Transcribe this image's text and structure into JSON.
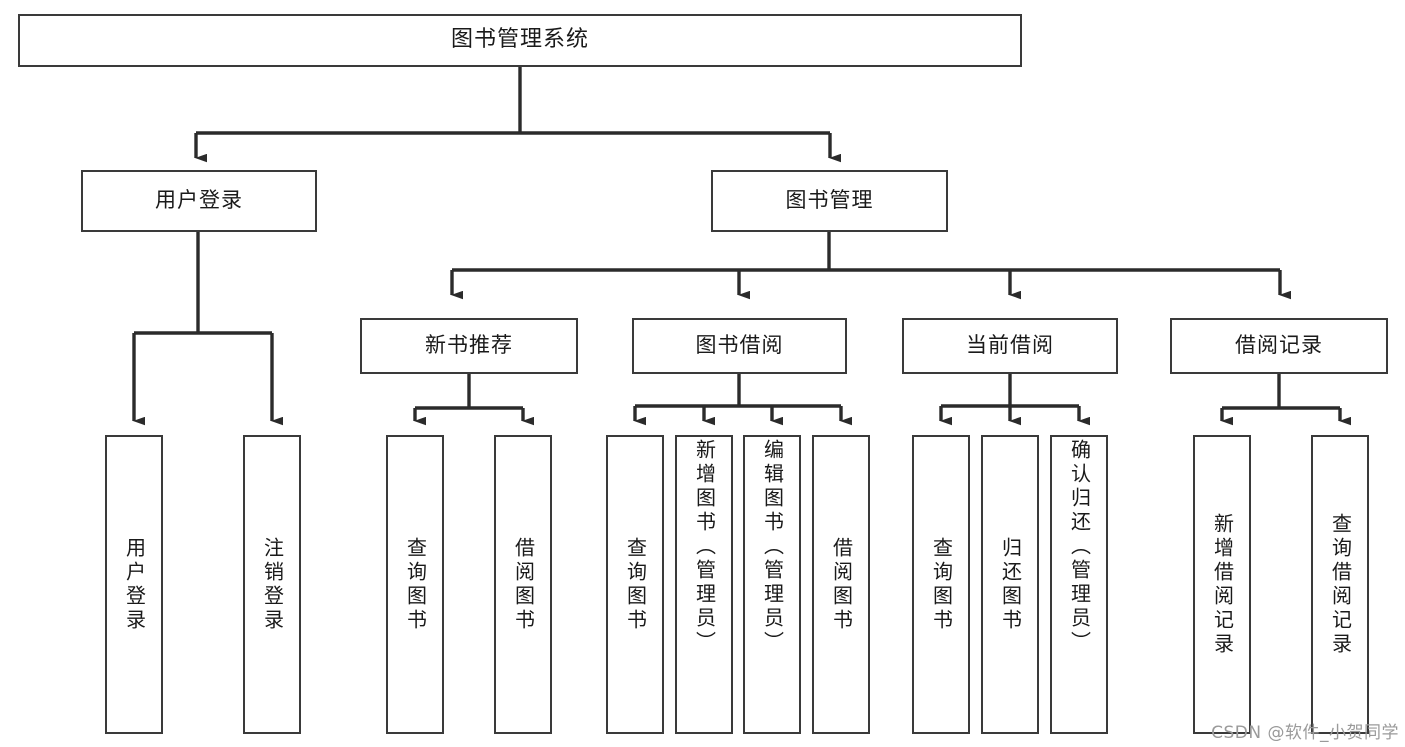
{
  "diagram": {
    "title": "图书管理系统",
    "type": "tree",
    "root": {
      "id": "root",
      "label": "图书管理系统"
    },
    "level2": [
      {
        "id": "user-login",
        "label": "用户登录"
      },
      {
        "id": "book-manage",
        "label": "图书管理"
      }
    ],
    "level3": [
      {
        "id": "new-book-rec",
        "label": "新书推荐",
        "parent": "book-manage"
      },
      {
        "id": "book-borrow",
        "label": "图书借阅",
        "parent": "book-manage"
      },
      {
        "id": "current-borrow",
        "label": "当前借阅",
        "parent": "book-manage"
      },
      {
        "id": "borrow-record",
        "label": "借阅记录",
        "parent": "book-manage"
      }
    ],
    "leaves": {
      "user-login": [
        {
          "id": "leaf-user-login",
          "label": "用户登录"
        },
        {
          "id": "leaf-user-logout",
          "label": "注销登录"
        }
      ],
      "new-book-rec": [
        {
          "id": "leaf-query-book-1",
          "label": "查询图书"
        },
        {
          "id": "leaf-borrow-book-1",
          "label": "借阅图书"
        }
      ],
      "book-borrow": [
        {
          "id": "leaf-query-book-2",
          "label": "查询图书"
        },
        {
          "id": "leaf-add-book",
          "label": "新增图书（管理员）"
        },
        {
          "id": "leaf-edit-book",
          "label": "编辑图书（管理员）"
        },
        {
          "id": "leaf-borrow-book-2",
          "label": "借阅图书"
        }
      ],
      "current-borrow": [
        {
          "id": "leaf-query-book-3",
          "label": "查询图书"
        },
        {
          "id": "leaf-return-book",
          "label": "归还图书"
        },
        {
          "id": "leaf-confirm-return",
          "label": "确认归还（管理员）"
        }
      ],
      "borrow-record": [
        {
          "id": "leaf-add-record",
          "label": "新增借阅记录"
        },
        {
          "id": "leaf-query-record",
          "label": "查询借阅记录"
        }
      ]
    }
  },
  "watermark": {
    "text": "CSDN @软件_小贺同学"
  },
  "colors": {
    "stroke": "#3a3a3a",
    "wire": "#2b2b2b",
    "text": "#1a1a1a",
    "background": "#ffffff",
    "watermark": "#9a9a9a"
  }
}
